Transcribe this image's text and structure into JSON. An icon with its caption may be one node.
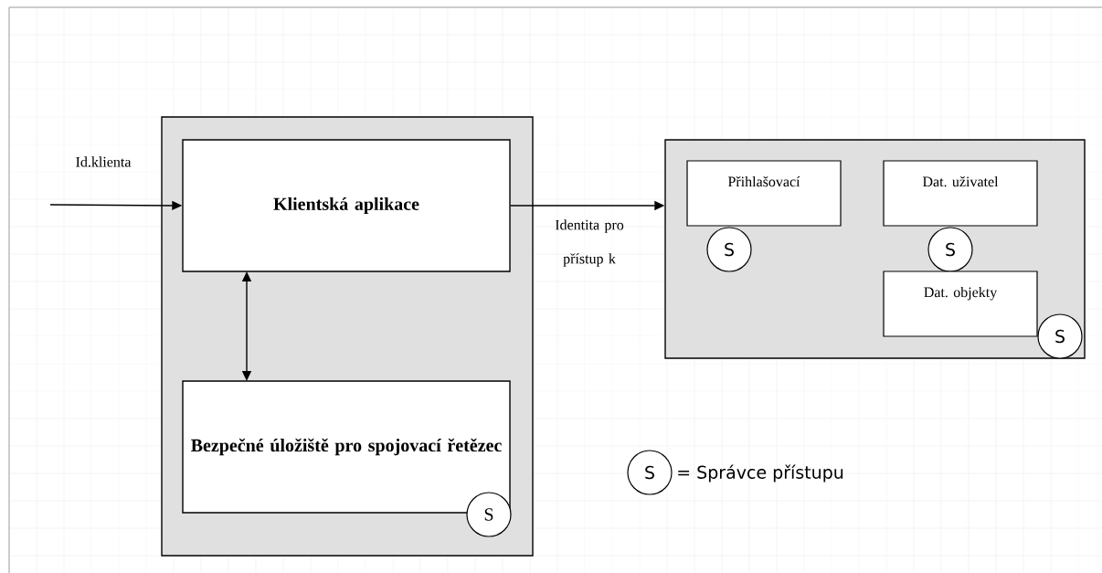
{
  "diagram": {
    "nodes": [
      {
        "text": [],
        "shape": "box"
      },
      {
        "text": [
          "Klientská aplikace"
        ],
        "in": 0
      },
      {
        "text": [
          "Bezpečné úložiště pro spojovací řetězec"
        ],
        "in": 0
      },
      {
        "text": [
          "S"
        ],
        "in": 0
      },
      {
        "text": [],
        "shape": "box"
      },
      {
        "text": [
          "Přihlašovací"
        ],
        "in": 4
      },
      {
        "text": [
          "S"
        ],
        "in": 4
      },
      {
        "text": [
          "Dat. uživatel"
        ],
        "in": 4
      },
      {
        "text": [
          "S"
        ],
        "in": 4
      },
      {
        "text": [
          "Dat. objekty"
        ],
        "in": 4
      },
      {
        "text": [
          "S"
        ],
        "in": 4
      },
      {
        "text": [
          "S"
        ],
        "beside": [
          "= Správce přístupu"
        ]
      }
    ],
    "edges": [
      {
        "from": null,
        "to": 1,
        "arrow": "to",
        "label": "Id.klienta"
      },
      {
        "from": 1,
        "to": 4,
        "arrow": "to",
        "label": "Identita pro přístup k"
      },
      {
        "from": 1,
        "to": 2,
        "arrow": "both"
      }
    ]
  }
}
